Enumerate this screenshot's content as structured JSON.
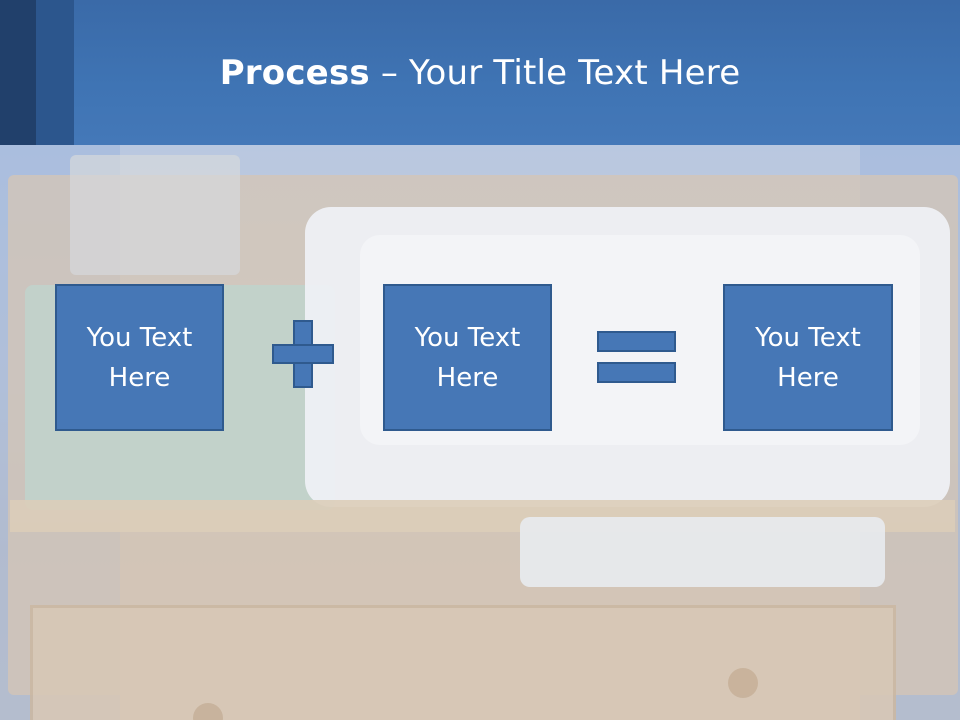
{
  "slide": {
    "title_bold": "Process",
    "title_rest": " – Your Title Text Here"
  },
  "process": {
    "boxes": [
      {
        "text": "You Text Here"
      },
      {
        "text": "You Text Here"
      },
      {
        "text": "You Text Here"
      }
    ],
    "operators": [
      "plus-icon",
      "equals-icon"
    ]
  },
  "colors": {
    "header": "#3f74b4",
    "header_dark": "#21406b",
    "box_fill": "#4677b6",
    "box_border": "#2f5a8e",
    "text": "#ffffff"
  }
}
